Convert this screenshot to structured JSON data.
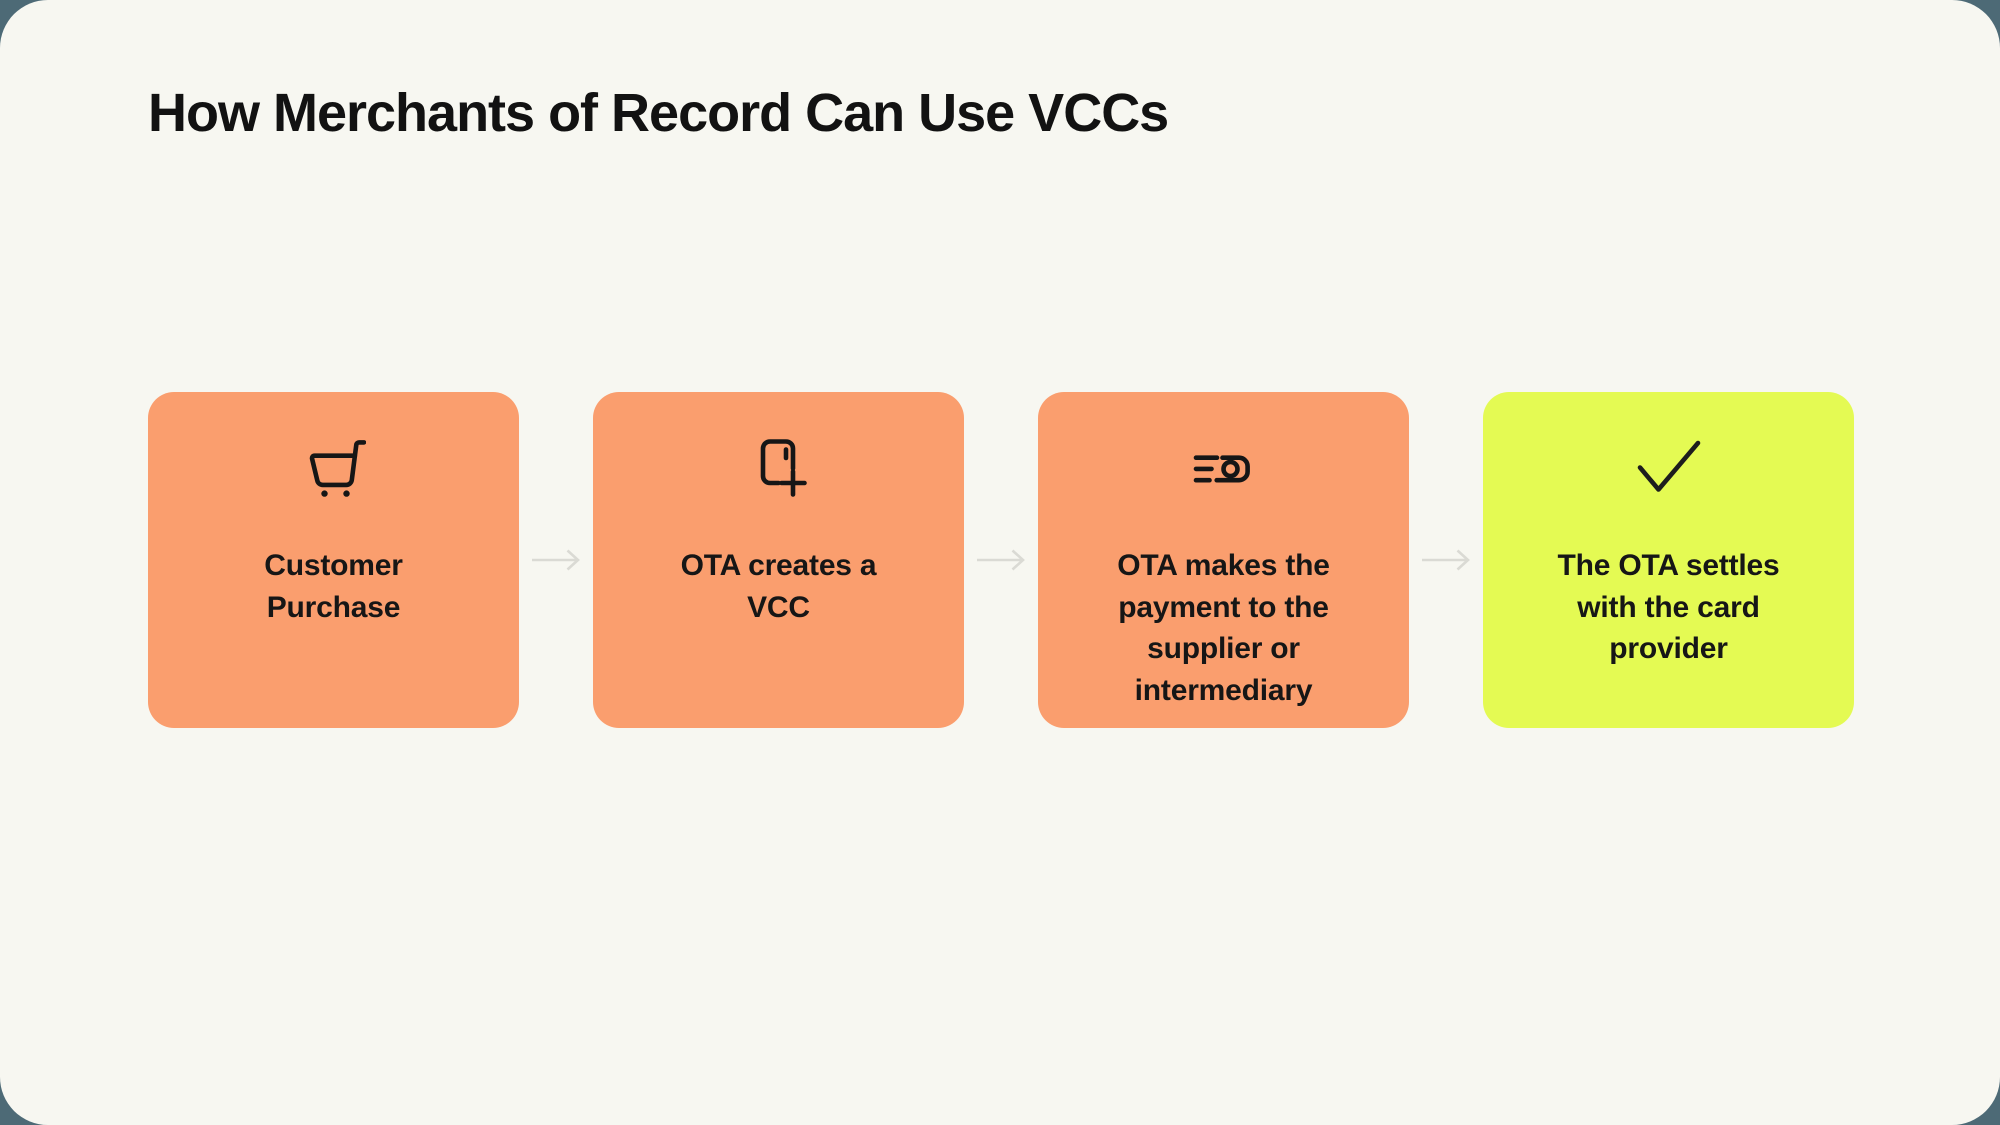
{
  "page": {
    "background": "#4D6A76",
    "canvas_background": "#F7F7F1"
  },
  "title": "How Merchants of Record Can Use VCCs",
  "colors": {
    "card_orange": "#FA9E6E",
    "card_green": "#E4FA53",
    "arrow": "#DADAD4",
    "icon_ink": "#161616",
    "text": "#161616",
    "title_text": "#121212"
  },
  "flow": {
    "steps": [
      {
        "label": "Customer\nPurchase",
        "icon": "shopping-cart-icon",
        "color": "#FA9E6E"
      },
      {
        "label": "OTA creates a\nVCC",
        "icon": "card-plus-icon",
        "color": "#FA9E6E"
      },
      {
        "label": "OTA makes the\npayment to the\nsupplier or\nintermediary",
        "icon": "payment-send-icon",
        "color": "#FA9E6E"
      },
      {
        "label": "The OTA settles\nwith the card\nprovider",
        "icon": "check-icon",
        "color": "#E4FA53"
      }
    ]
  }
}
